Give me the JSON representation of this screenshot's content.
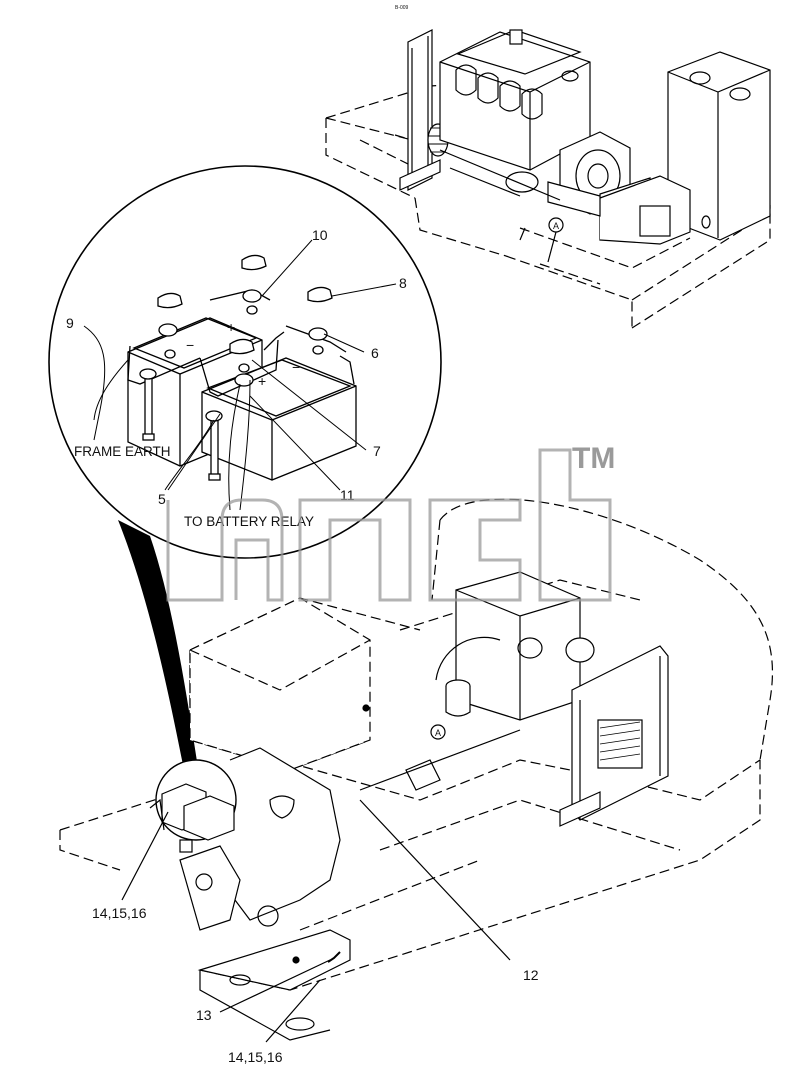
{
  "diagram": {
    "top_mark": "B-009",
    "watermark": {
      "text": "ancb",
      "trademark": "TM"
    },
    "callouts": {
      "c10": "10",
      "c8": "8",
      "c9": "9",
      "c6": "6",
      "c7": "7",
      "c5": "5",
      "c11": "11",
      "c12": "12",
      "c13": "13",
      "c14a": "14,15,16",
      "c14b": "14,15,16"
    },
    "captions": {
      "frame_earth": "FRAME EARTH",
      "to_battery_relay": "TO BATTERY RELAY"
    },
    "view_markers": {
      "top": "A",
      "bottom": "A"
    },
    "battery_marks": {
      "minus_left": "−",
      "plus_left": "+",
      "minus_right": "−",
      "plus_right": "+"
    }
  }
}
